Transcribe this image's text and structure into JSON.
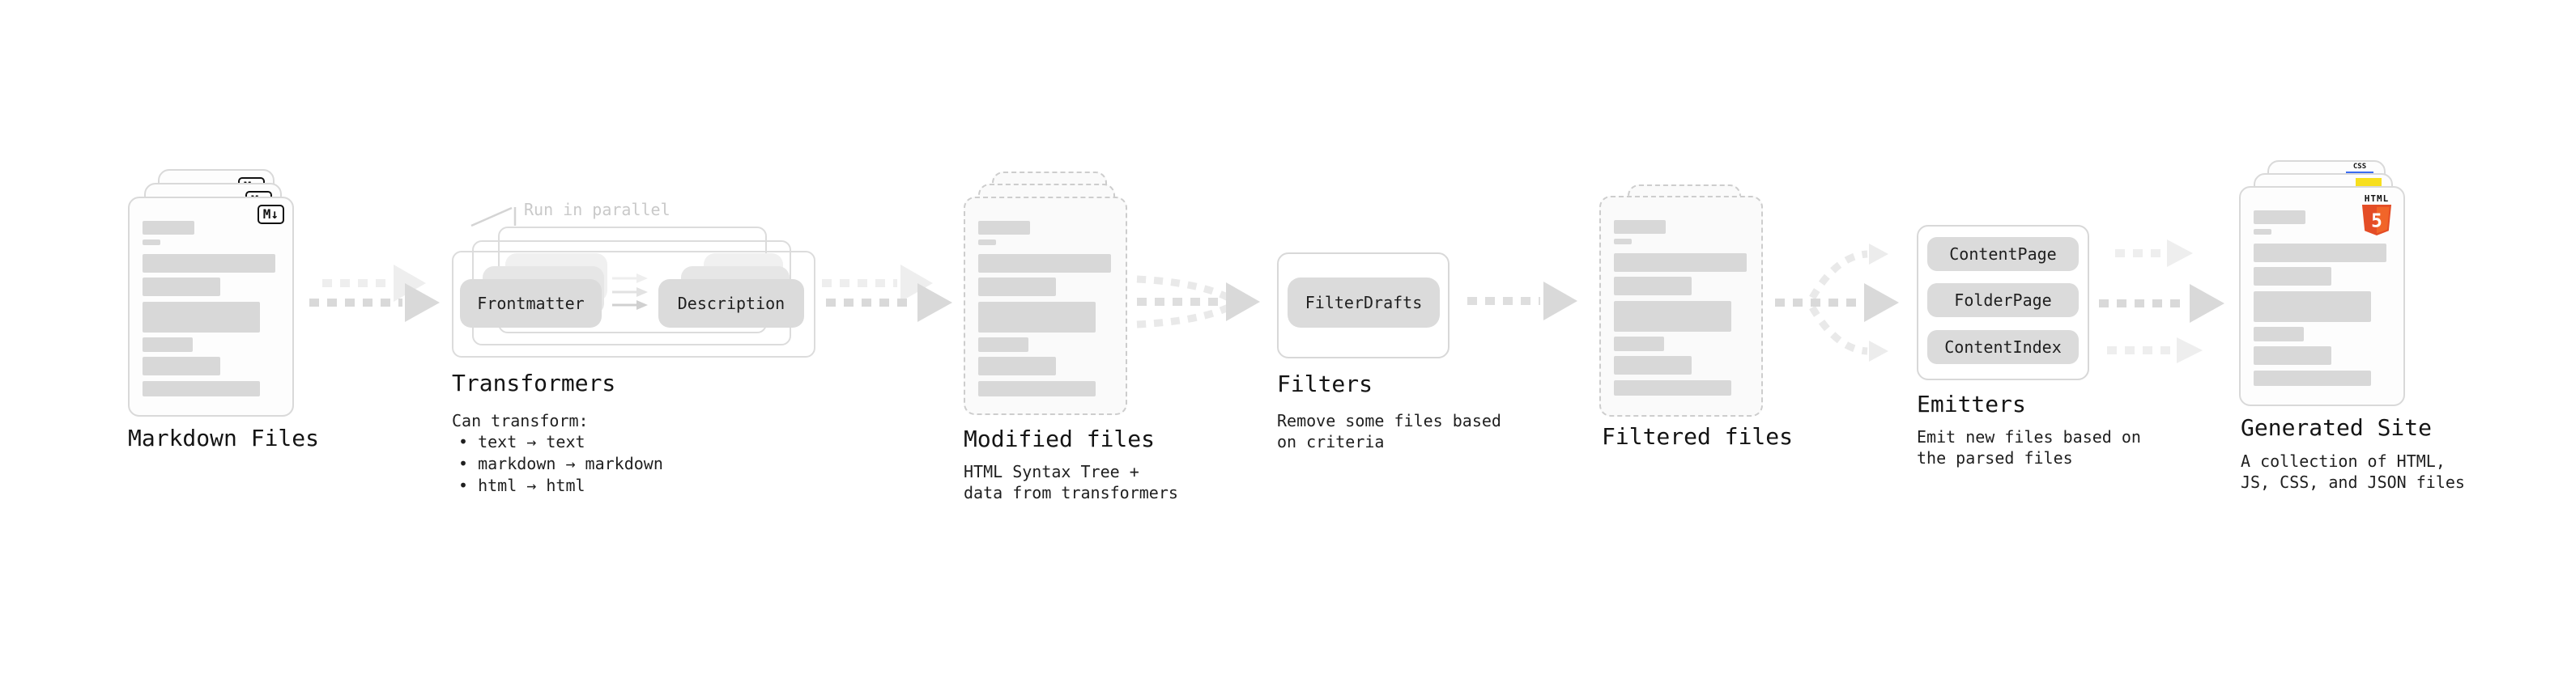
{
  "diagram": {
    "markdown": {
      "label": "Markdown Files",
      "icon": "M↓"
    },
    "transformers": {
      "note": "Run in parallel",
      "box_a": "Frontmatter",
      "box_b": "Description",
      "label": "Transformers",
      "desc_title": "Can transform:",
      "bullets": [
        "• text → text",
        "• markdown → markdown",
        "• html → html"
      ]
    },
    "modified": {
      "label": "Modified files",
      "desc": "HTML Syntax Tree +\ndata from transformers"
    },
    "filters": {
      "label": "Filters",
      "box": "FilterDrafts",
      "desc": "Remove some files based\non criteria"
    },
    "filtered": {
      "label": "Filtered files"
    },
    "emitters": {
      "label": "Emitters",
      "boxes": [
        "ContentPage",
        "FolderPage",
        "ContentIndex"
      ],
      "desc": "Emit new files based on\nthe parsed files"
    },
    "generated": {
      "label": "Generated Site",
      "desc": "A collection of HTML,\nJS, CSS, and JSON files",
      "badge_css": "CSS",
      "badge_html_word": "HTML",
      "badge_html_number": "5"
    }
  },
  "colors": {
    "html5_orange": "#e44d26",
    "html5_orange_light": "#f16529",
    "js_yellow": "#f7df1e",
    "css_blue": "#3b6cf0",
    "arrow_dark": "#d9d9d9",
    "arrow_light": "#ededed",
    "note_gray": "#c9c9c9"
  }
}
